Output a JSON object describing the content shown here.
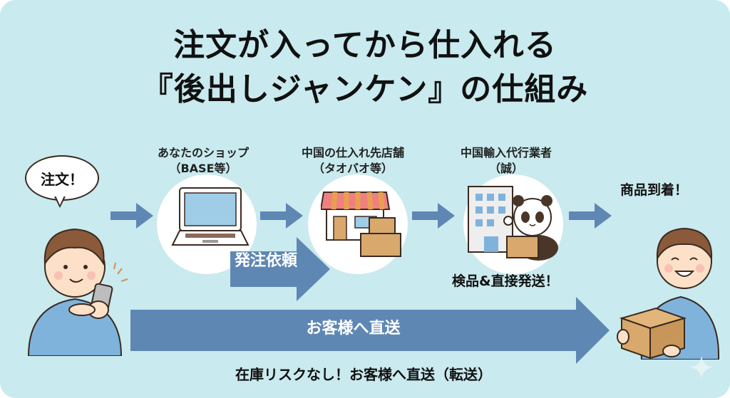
{
  "title": {
    "line1": "注文が入ってから仕入れる",
    "line2": "『後出しジャンケン』の仕組み"
  },
  "customer_start": {
    "speech_bubble": "注文！",
    "icon": "person-with-smartphone"
  },
  "steps": [
    {
      "label": "あなたのショップ",
      "sublabel": "（BASE等）",
      "icon": "laptop-icon"
    },
    {
      "label": "中国の仕入れ先店舗",
      "sublabel": "（タオバオ等）",
      "icon": "store-icon"
    },
    {
      "label": "中国輸入代行業者",
      "sublabel": "（誠）",
      "icon": "building-panda-icon",
      "caption": "検品&直接発送！"
    }
  ],
  "order_arrow": {
    "label": "発注依頼"
  },
  "direct_arrow": {
    "label": "お客様へ直送"
  },
  "customer_end": {
    "label": "商品到着！",
    "icon": "person-holding-box"
  },
  "footer": {
    "text": "在庫リスクなし！お客様へ直送（転送）"
  },
  "colors": {
    "background": "#c9eaee",
    "arrow": "#5f87b4",
    "circle": "#ffffff",
    "text": "#111111"
  }
}
